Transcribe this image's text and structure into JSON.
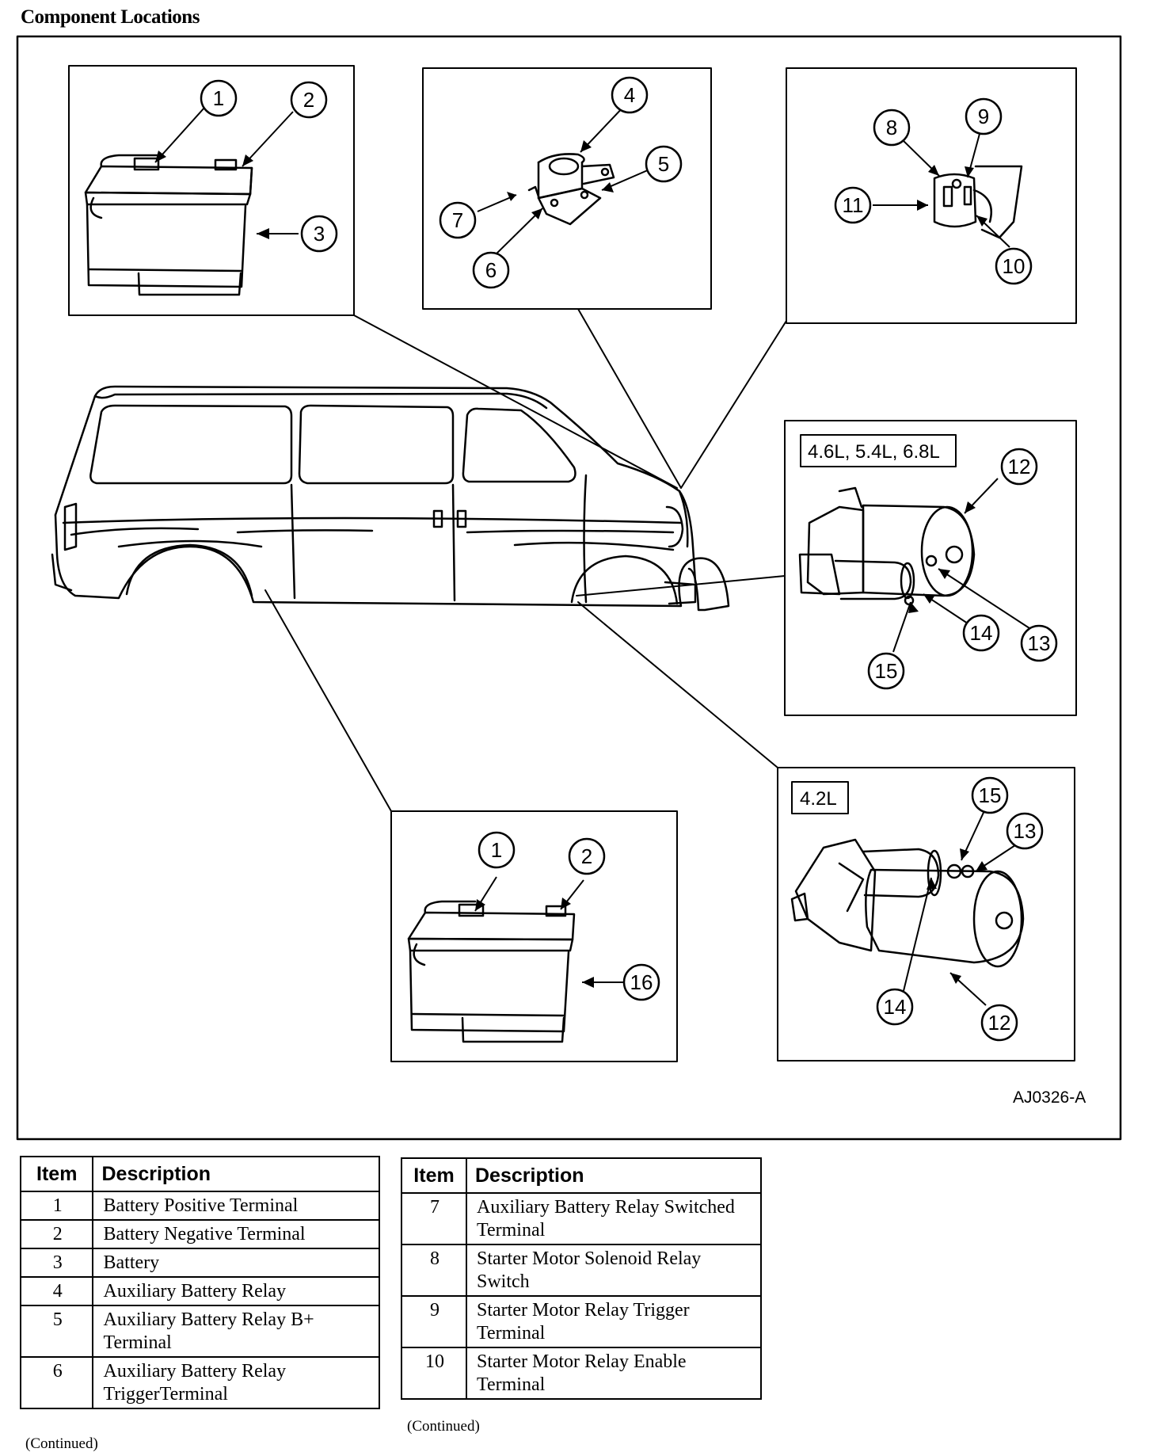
{
  "title": "Component Locations",
  "figure": {
    "code": "AJ0326-A",
    "engine_labels": [
      "4.6L, 5.4L, 6.8L",
      "4.2L"
    ],
    "callouts": [
      "1",
      "2",
      "3",
      "4",
      "5",
      "6",
      "7",
      "8",
      "9",
      "10",
      "11",
      "12",
      "13",
      "14",
      "15",
      "16"
    ]
  },
  "tables": [
    {
      "header": {
        "item": "Item",
        "description": "Description"
      },
      "rows": [
        {
          "item": "1",
          "description": "Battery Positive Terminal"
        },
        {
          "item": "2",
          "description": "Battery Negative Terminal"
        },
        {
          "item": "3",
          "description": "Battery"
        },
        {
          "item": "4",
          "description": "Auxiliary Battery Relay"
        },
        {
          "item": "5",
          "description": "Auxiliary Battery Relay B+ Terminal"
        },
        {
          "item": "6",
          "description": "Auxiliary Battery Relay TriggerTerminal"
        }
      ],
      "continued": "(Continued)"
    },
    {
      "header": {
        "item": "Item",
        "description": "Description"
      },
      "rows": [
        {
          "item": "7",
          "description": "Auxiliary Battery Relay Switched Terminal"
        },
        {
          "item": "8",
          "description": "Starter Motor Solenoid Relay Switch"
        },
        {
          "item": "9",
          "description": "Starter Motor Relay Trigger Terminal"
        },
        {
          "item": "10",
          "description": "Starter Motor Relay Enable Terminal"
        }
      ],
      "continued": "(Continued)"
    }
  ]
}
